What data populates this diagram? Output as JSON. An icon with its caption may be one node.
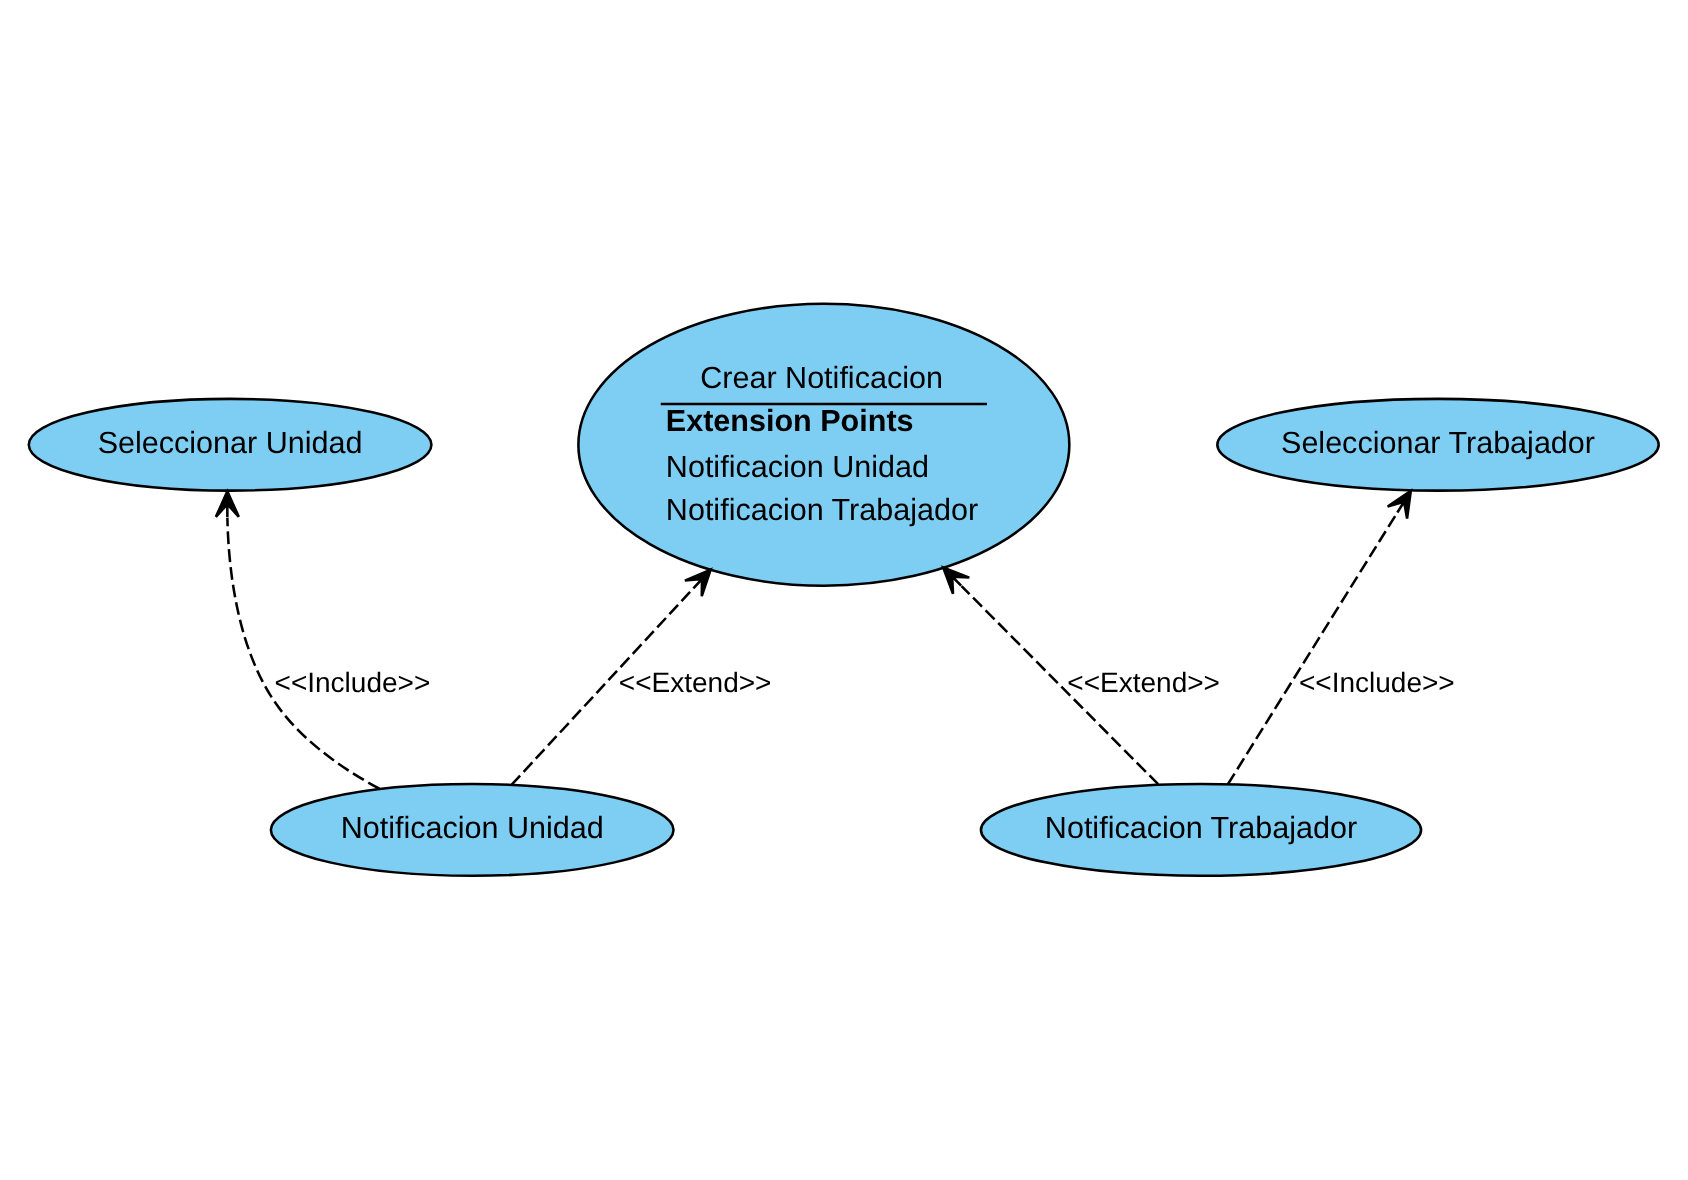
{
  "diagram": {
    "nodes": [
      {
        "text": [
          "Crear Notificacion",
          "Extension Points",
          "Notificacion Unidad",
          "Notificacion Trabajador"
        ]
      },
      {
        "text": [
          "Notificacion Unidad"
        ]
      },
      {
        "text": [
          "Notificacion Trabajador"
        ]
      },
      {
        "text": [
          "Seleccionar Unidad"
        ]
      },
      {
        "text": [
          "Seleccionar Trabajador"
        ]
      }
    ],
    "edges": [
      {
        "from": 1,
        "to": 0,
        "arrow": "to",
        "style": "dashed",
        "label": "<<Extend>>"
      },
      {
        "from": 2,
        "to": 0,
        "arrow": "to",
        "style": "dashed",
        "label": "<<Extend>>"
      },
      {
        "from": 1,
        "to": 3,
        "arrow": "to",
        "style": "dashed",
        "label": "<<Include>>"
      },
      {
        "from": 2,
        "to": 4,
        "arrow": "to",
        "style": "dashed",
        "label": "<<Include>>"
      }
    ]
  }
}
